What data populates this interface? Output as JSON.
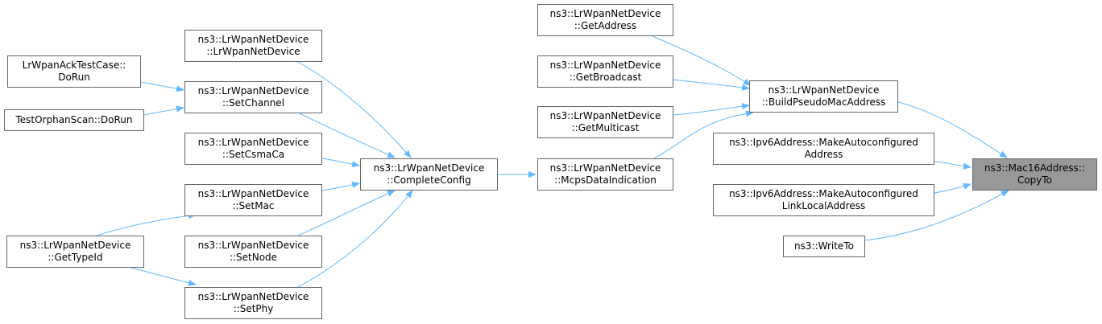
{
  "colors": {
    "edge": "#63b8ff",
    "node_border": "#666666",
    "node_fill": "#ffffff",
    "focus_fill": "#999999"
  },
  "nodes": [
    {
      "id": "copyto",
      "lines": [
        "ns3::Mac16Address::",
        "CopyTo"
      ],
      "focus": true
    },
    {
      "id": "buildpseudo",
      "lines": [
        "ns3::LrWpanNetDevice",
        "::BuildPseudoMacAddress"
      ]
    },
    {
      "id": "ipv6auto",
      "lines": [
        "ns3::Ipv6Address::MakeAutoconfigured",
        "Address"
      ]
    },
    {
      "id": "ipv6linklocal",
      "lines": [
        "ns3::Ipv6Address::MakeAutoconfigured",
        "LinkLocalAddress"
      ]
    },
    {
      "id": "writeto",
      "lines": [
        "ns3::WriteTo"
      ]
    },
    {
      "id": "getaddress",
      "lines": [
        "ns3::LrWpanNetDevice",
        "::GetAddress"
      ]
    },
    {
      "id": "getbroadcast",
      "lines": [
        "ns3::LrWpanNetDevice",
        "::GetBroadcast"
      ]
    },
    {
      "id": "getmulticast",
      "lines": [
        "ns3::LrWpanNetDevice",
        "::GetMulticast"
      ]
    },
    {
      "id": "mcps",
      "lines": [
        "ns3::LrWpanNetDevice",
        "::McpsDataIndication"
      ]
    },
    {
      "id": "completeconfig",
      "lines": [
        "ns3::LrWpanNetDevice",
        "::CompleteConfig"
      ]
    },
    {
      "id": "ctor",
      "lines": [
        "ns3::LrWpanNetDevice",
        "::LrWpanNetDevice"
      ]
    },
    {
      "id": "setchannel",
      "lines": [
        "ns3::LrWpanNetDevice",
        "::SetChannel"
      ]
    },
    {
      "id": "setcsmaca",
      "lines": [
        "ns3::LrWpanNetDevice",
        "::SetCsmaCa"
      ]
    },
    {
      "id": "setmac",
      "lines": [
        "ns3::LrWpanNetDevice",
        "::SetMac"
      ]
    },
    {
      "id": "setnode",
      "lines": [
        "ns3::LrWpanNetDevice",
        "::SetNode"
      ]
    },
    {
      "id": "setphy",
      "lines": [
        "ns3::LrWpanNetDevice",
        "::SetPhy"
      ]
    },
    {
      "id": "acktest",
      "lines": [
        "LrWpanAckTestCase::",
        "DoRun"
      ]
    },
    {
      "id": "orphanscan",
      "lines": [
        "TestOrphanScan::DoRun"
      ]
    },
    {
      "id": "gettypeid",
      "lines": [
        "ns3::LrWpanNetDevice",
        "::GetTypeId"
      ]
    }
  ],
  "edges": [
    [
      "buildpseudo",
      "copyto"
    ],
    [
      "ipv6auto",
      "copyto"
    ],
    [
      "ipv6linklocal",
      "copyto"
    ],
    [
      "writeto",
      "copyto"
    ],
    [
      "getaddress",
      "buildpseudo"
    ],
    [
      "getbroadcast",
      "buildpseudo"
    ],
    [
      "getmulticast",
      "buildpseudo"
    ],
    [
      "mcps",
      "buildpseudo"
    ],
    [
      "completeconfig",
      "mcps"
    ],
    [
      "ctor",
      "completeconfig"
    ],
    [
      "setchannel",
      "completeconfig"
    ],
    [
      "setcsmaca",
      "completeconfig"
    ],
    [
      "setmac",
      "completeconfig"
    ],
    [
      "setnode",
      "completeconfig"
    ],
    [
      "setphy",
      "completeconfig"
    ],
    [
      "acktest",
      "setchannel"
    ],
    [
      "orphanscan",
      "setchannel"
    ],
    [
      "gettypeid",
      "setmac"
    ],
    [
      "gettypeid",
      "setphy"
    ]
  ]
}
